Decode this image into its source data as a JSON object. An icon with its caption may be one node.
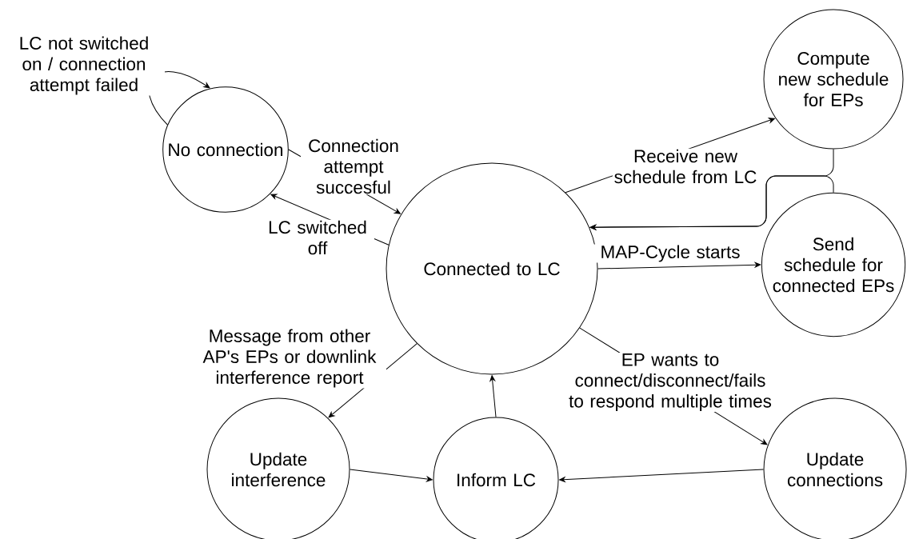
{
  "diagram": {
    "nodes": [
      {
        "text": [
          "No connection"
        ]
      },
      {
        "text": [
          "Connected to LC"
        ]
      },
      {
        "text": [
          "Compute new schedule for EPs"
        ]
      },
      {
        "text": [
          "Send schedule for connected EPs"
        ]
      },
      {
        "text": [
          "Update interference"
        ]
      },
      {
        "text": [
          "Inform LC"
        ]
      },
      {
        "text": [
          "Update connections"
        ]
      }
    ],
    "edges": [
      {
        "from": 0,
        "to": 0,
        "arrow": "to",
        "label": "LC not switched on / connection attempt failed"
      },
      {
        "from": 0,
        "to": 1,
        "arrow": "to",
        "label": "Connection attempt succesful"
      },
      {
        "from": 1,
        "to": 0,
        "arrow": "to",
        "label": "LC switched off"
      },
      {
        "from": 1,
        "to": 2,
        "arrow": "to",
        "label": "Receive new schedule from LC"
      },
      {
        "from": 2,
        "to": 1,
        "arrow": "to"
      },
      {
        "from": 3,
        "to": 1,
        "arrow": "to"
      },
      {
        "from": 1,
        "to": 3,
        "arrow": "to",
        "label": "MAP-Cycle starts"
      },
      {
        "from": 1,
        "to": 6,
        "arrow": "to",
        "label": "EP wants to connect/disconnect/fails to respond multiple times"
      },
      {
        "from": 1,
        "to": 4,
        "arrow": "to",
        "label": "Message from other AP's EPs or downlink interference report"
      },
      {
        "from": 4,
        "to": 5,
        "arrow": "to"
      },
      {
        "from": 5,
        "to": 1,
        "arrow": "to"
      },
      {
        "from": 6,
        "to": 5,
        "arrow": "to"
      }
    ]
  }
}
